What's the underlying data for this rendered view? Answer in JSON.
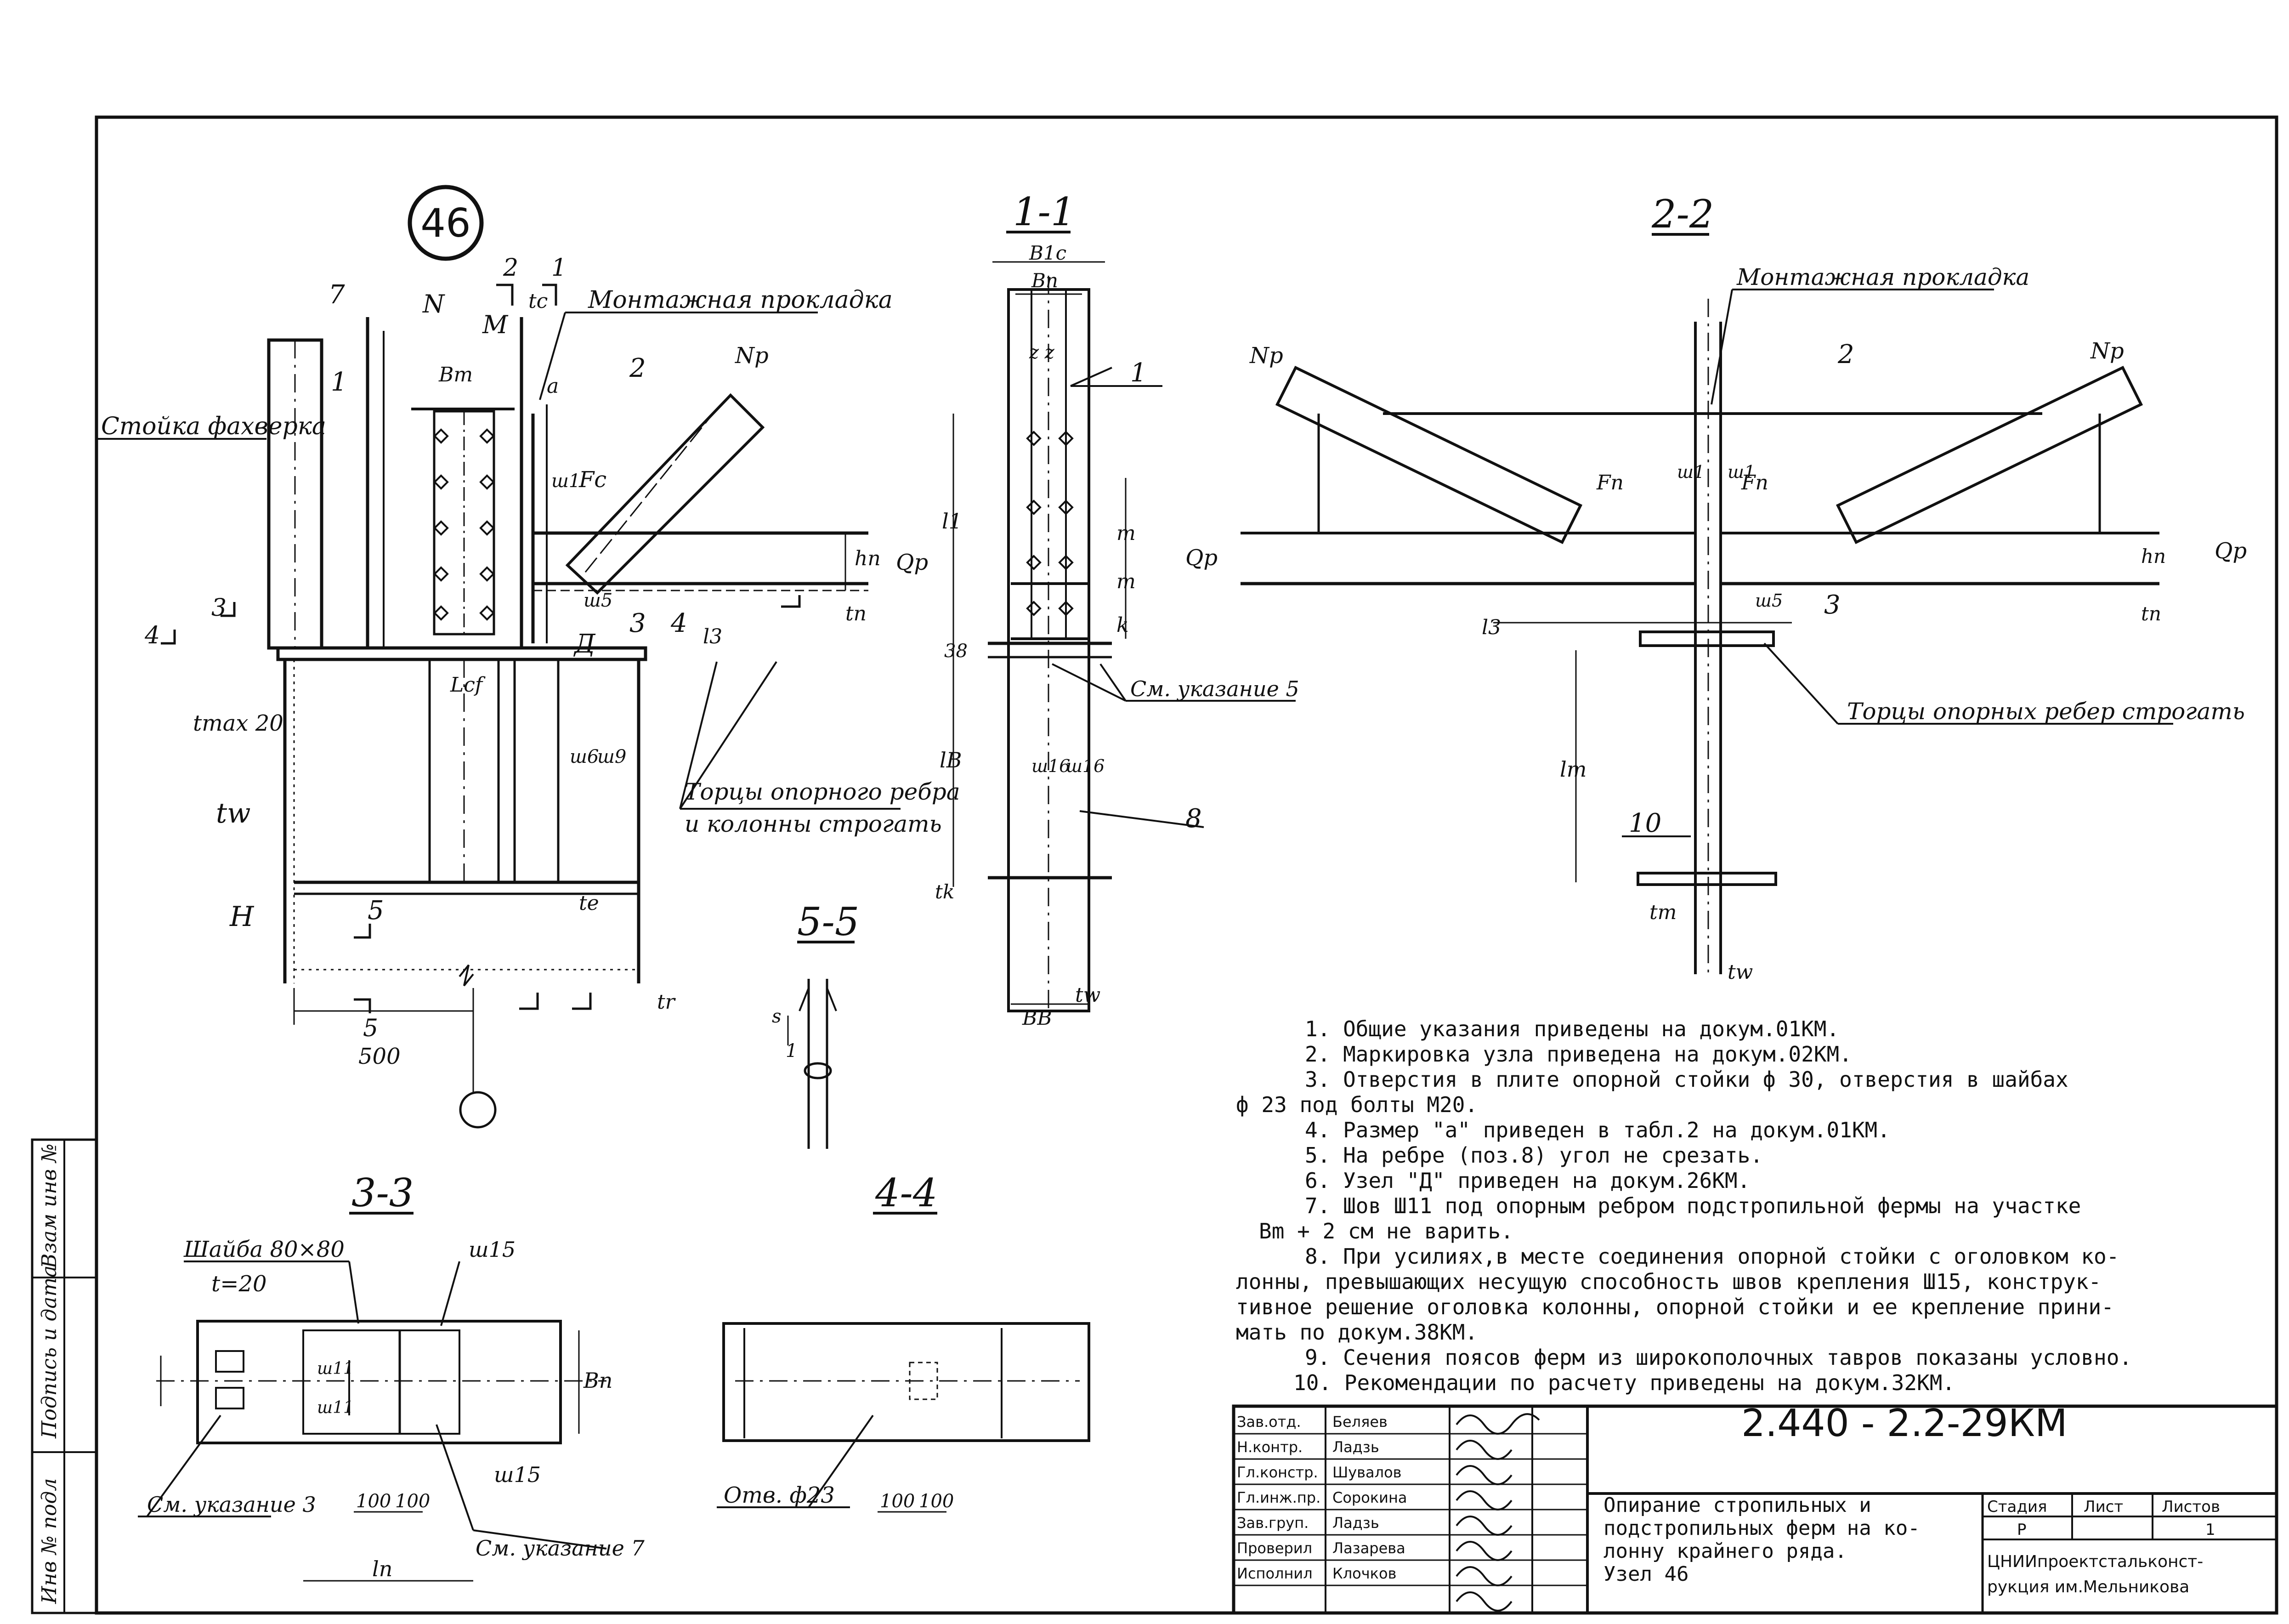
{
  "node_number": "46",
  "section_titles": {
    "s11": "1-1",
    "s22": "2-2",
    "s33": "3-3",
    "s44": "4-4",
    "s55": "5-5"
  },
  "view_46": {
    "label_stoyka": "Стойка фахверка",
    "label_prokladka": "Монтажная прокладка",
    "label_tortsy": "Торцы опорного ребра",
    "label_tortsy2": "и колонны строгать",
    "label_d": "Д",
    "label_tmax": "tmax 20",
    "label_tw": "tw",
    "label_h": "Н",
    "label_500": "500",
    "label_n": "N",
    "label_m": "M",
    "label_nr": "Np",
    "label_qr": "Qp",
    "label_fc": "Fc",
    "label_bm": "Bm",
    "label_lcf": "Lcf",
    "label_te": "te",
    "label_tr": "tr",
    "label_a": "a",
    "label_hn": "hn",
    "label_tn": "tn",
    "label_l3": "l3",
    "label_w1": "ш1",
    "label_w5": "ш5",
    "label_w6": "ш6",
    "label_w9": "ш9",
    "label_tc": "tc",
    "pos_7": "7",
    "pos_1": "1",
    "pos_2": "2",
    "pos_3": "3",
    "pos_4": "4",
    "pos_5": "5",
    "cut_2": "2",
    "cut_1": "1",
    "cut_3": "3",
    "cut_4": "4",
    "cut_5": "5"
  },
  "view_11": {
    "label_b1c": "B1c",
    "label_bn": "Bn",
    "label_z": "z z",
    "label_l1": "l1",
    "label_lb": "lB",
    "label_m": "m",
    "label_k": "k",
    "label_tk": "tk",
    "label_tw": "tw",
    "label_bb": "BB",
    "label_38": "38",
    "label_w16": "ш16",
    "label_ukaz5": "См. указание 5",
    "pos_1": "1",
    "pos_8": "8"
  },
  "view_22": {
    "label_prokladka": "Монтажная прокладка",
    "label_tortsy": "Торцы опорных ребер строгать",
    "label_np": "Np",
    "label_qp": "Qp",
    "label_fp": "Fп",
    "label_w1": "ш1",
    "label_w5": "ш5",
    "label_l3": "l3",
    "label_lm": "lm",
    "label_tm": "tm",
    "label_tw": "tw",
    "label_hn": "hn",
    "label_tn": "tn",
    "pos_2": "2",
    "pos_3": "3",
    "pos_10": "10"
  },
  "view_33": {
    "label_shayba": "Шайба 80×80",
    "label_t20": "t=20",
    "label_w15": "ш15",
    "label_ukaz3": "См. указание 3",
    "label_ukaz7": "См. указание 7",
    "label_100a": "100",
    "label_100b": "100",
    "label_ln": "ln",
    "label_bn": "Bn",
    "label_w11": "ш11"
  },
  "view_44": {
    "label_otv": "Отв. ф23",
    "label_100a": "100",
    "label_100b": "100"
  },
  "view_55": {
    "label_s": "s",
    "label_1": "1"
  },
  "notes": [
    "1. Общие указания приведены на докум.01КМ.",
    "2. Маркировка узла приведена на докум.02КМ.",
    "3. Отверстия в плите опорной стойки ф 30, отверстия в шайбах",
    "ф 23 под болты М20.",
    "4. Размер \"а\" приведен в табл.2 на докум.01КМ.",
    "5. На ребре (поз.8) угол не срезать.",
    "6. Узел \"Д\" приведен на докум.26КМ.",
    "7. Шов Ш11 под опорным ребром подстропильной фермы на участке",
    "Bm + 2 см не варить.",
    "8. При усилиях,в месте соединения опорной стойки с оголовком ко-",
    "лонны, превышающих несущую способность швов крепления Ш15, конструк-",
    "тивное решение оголовка колонны, опорной стойки и ее крепление прини-",
    "мать по докум.38КМ.",
    "9. Сечения поясов ферм из широкополочных тавров показаны условно.",
    "10. Рекомендации по расчету приведены на докум.32КМ."
  ],
  "title_block": {
    "doc_number": "2.440 - 2.2-29КМ",
    "title_lines": [
      "Опирание стропильных и",
      "подстропильных ферм на ко-",
      "лонну крайнего ряда.",
      "Узел 46"
    ],
    "stage_header": "Стадия",
    "sheet_header": "Лист",
    "sheets_header": "Листов",
    "stage_value": "Р",
    "sheet_value": "1",
    "org_line1": "ЦНИИпроектстальконст-",
    "org_line2": "рукция им.Мельникова",
    "roles": [
      {
        "role": "Зав.отд.",
        "name": "Беляев"
      },
      {
        "role": "Н.контр.",
        "name": "Ладзь"
      },
      {
        "role": "Гл.констр.",
        "name": "Шувалов"
      },
      {
        "role": "Гл.инж.пр.",
        "name": "Сорокина"
      },
      {
        "role": "Зав.груп.",
        "name": "Ладзь"
      },
      {
        "role": "Проверил",
        "name": "Лазарева"
      },
      {
        "role": "Исполнил",
        "name": "Клочков"
      }
    ]
  },
  "side_stamp": {
    "inv_podl": "Инв № подл",
    "podpis": "Подпись и дата",
    "vzam": "Взам инв №"
  }
}
